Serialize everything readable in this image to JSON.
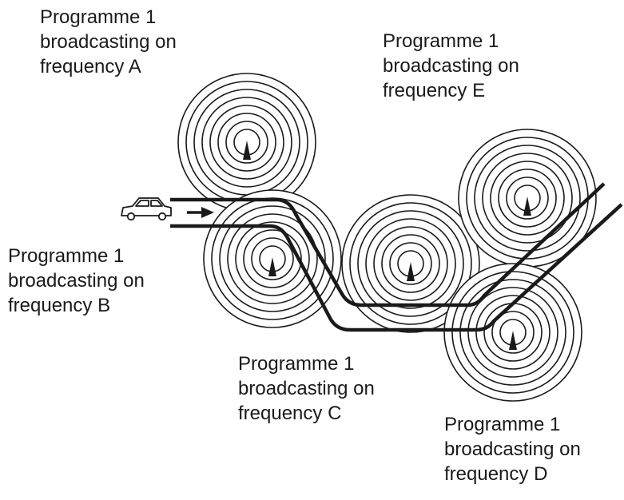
{
  "stations": [
    {
      "id": "A",
      "programme": "Programme 1",
      "broadcasting": "broadcasting on",
      "frequency": "frequency A"
    },
    {
      "id": "B",
      "programme": "Programme 1",
      "broadcasting": "broadcasting on",
      "frequency": "frequency B"
    },
    {
      "id": "C",
      "programme": "Programme 1",
      "broadcasting": "broadcasting on",
      "frequency": "frequency C"
    },
    {
      "id": "D",
      "programme": "Programme 1",
      "broadcasting": "broadcasting on",
      "frequency": "frequency D"
    },
    {
      "id": "E",
      "programme": "Programme 1",
      "broadcasting": "broadcasting on",
      "frequency": "frequency E"
    }
  ],
  "icons": {
    "vehicle": "car-icon",
    "direction": "arrow-right-icon",
    "transmitter": "transmitter-tower-icon"
  },
  "colors": {
    "ink": "#1a1a1a",
    "background": "#ffffff"
  }
}
